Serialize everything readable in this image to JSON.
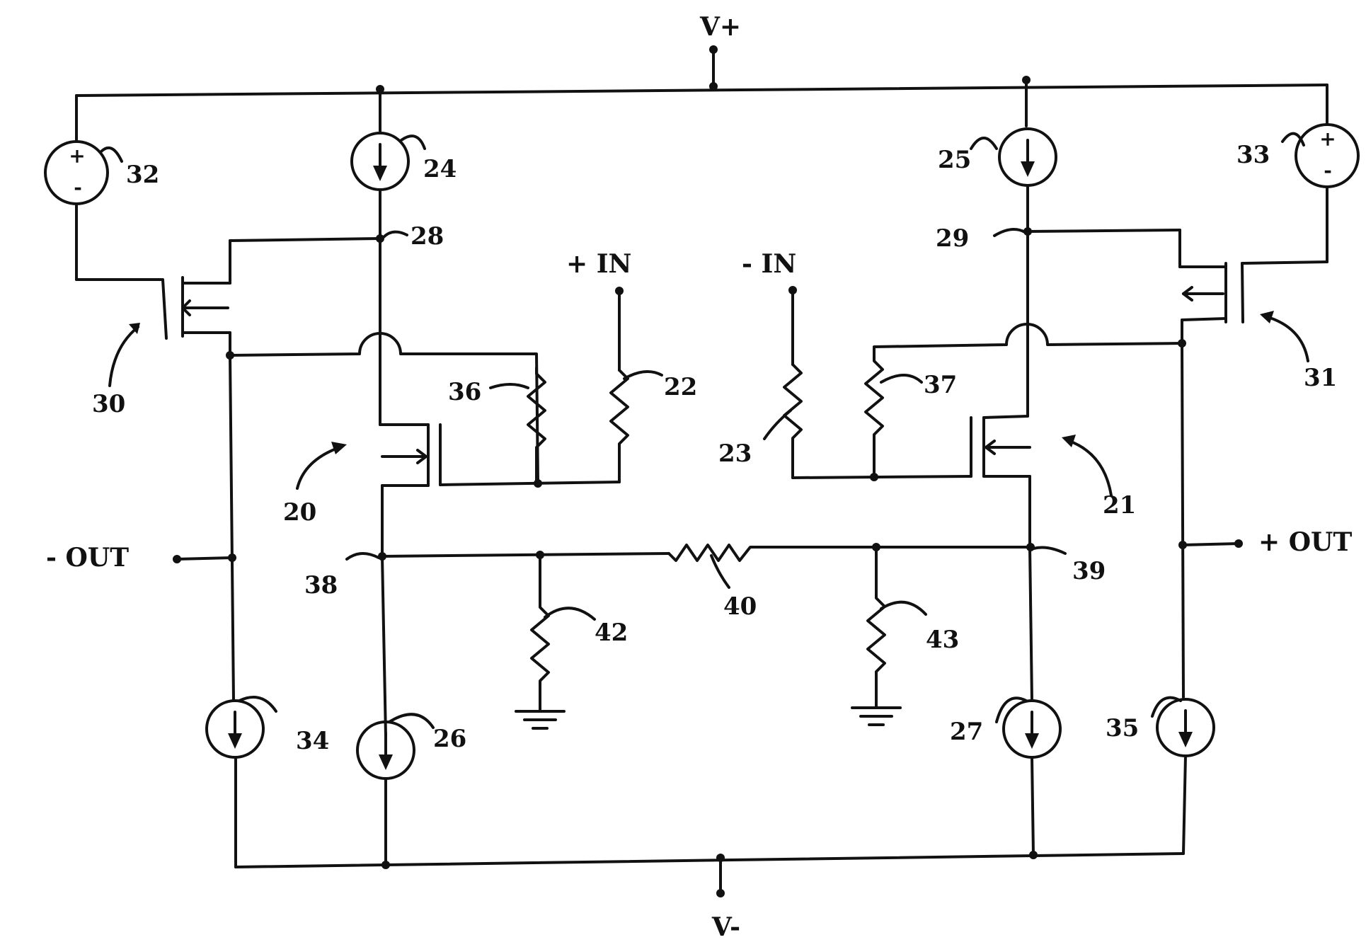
{
  "rails": {
    "vplus": "V+",
    "vminus": "V-"
  },
  "inputs": {
    "plus_in": "+  IN",
    "minus_in": "-  IN"
  },
  "outputs": {
    "minus_out": "-  OUT",
    "plus_out": "+  OUT"
  },
  "source_polarity": {
    "plus": "+",
    "minus": "-"
  },
  "refs": {
    "r20": "20",
    "r21": "21",
    "r22": "22",
    "r23": "23",
    "r24": "24",
    "r25": "25",
    "r26": "26",
    "r27": "27",
    "r28": "28",
    "r29": "29",
    "r30": "30",
    "r31": "31",
    "r32": "32",
    "r33": "33",
    "r34": "34",
    "r35": "35",
    "r36": "36",
    "r37": "37",
    "r38": "38",
    "r39": "39",
    "r40": "40",
    "r42": "42",
    "r43": "43"
  }
}
